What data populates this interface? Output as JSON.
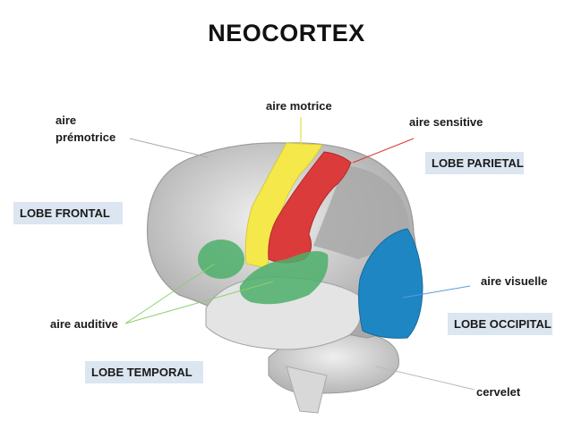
{
  "title": "NEOCORTEX",
  "labels": {
    "aire_premotrice_1": "aire",
    "aire_premotrice_2": "prémotrice",
    "aire_motrice": "aire motrice",
    "aire_sensitive": "aire sensitive",
    "aire_auditive": "aire auditive",
    "aire_visuelle": "aire visuelle",
    "cervelet": "cervelet"
  },
  "lobes": {
    "frontal": "LOBE FRONTAL",
    "parietal": "LOBE PARIETAL",
    "temporal": "LOBE  TEMPORAL",
    "occipital": "LOBE OCCIPITAL"
  },
  "colors": {
    "motor": "#f5e84a",
    "sensory": "#dc3b3b",
    "auditory": "#4caf6a",
    "visual": "#1f86c4",
    "lobe_box": "#dce6f1",
    "brain": "#cfcfcf"
  }
}
